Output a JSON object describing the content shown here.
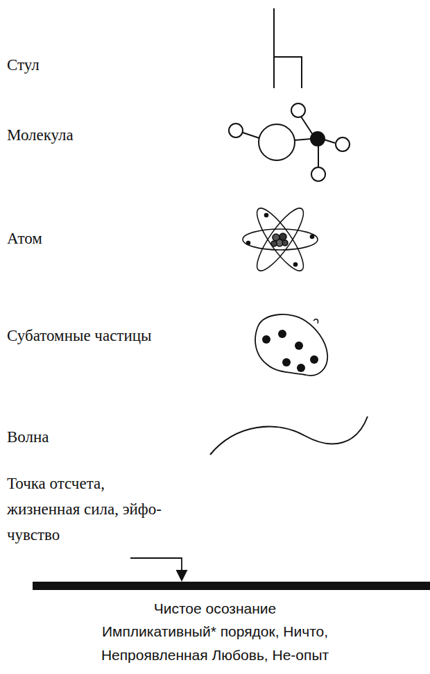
{
  "diagram": {
    "labels": [
      "Стул",
      "Молекула",
      "Атом",
      "Субатомные частицы",
      "Волна",
      "Точка отсчета, жизненная сила, эйфо-чувство",
      "Чистое осознание",
      "Импликативный* порядок, Ничто, Непроявленная Любовь, Не-опыт"
    ]
  }
}
